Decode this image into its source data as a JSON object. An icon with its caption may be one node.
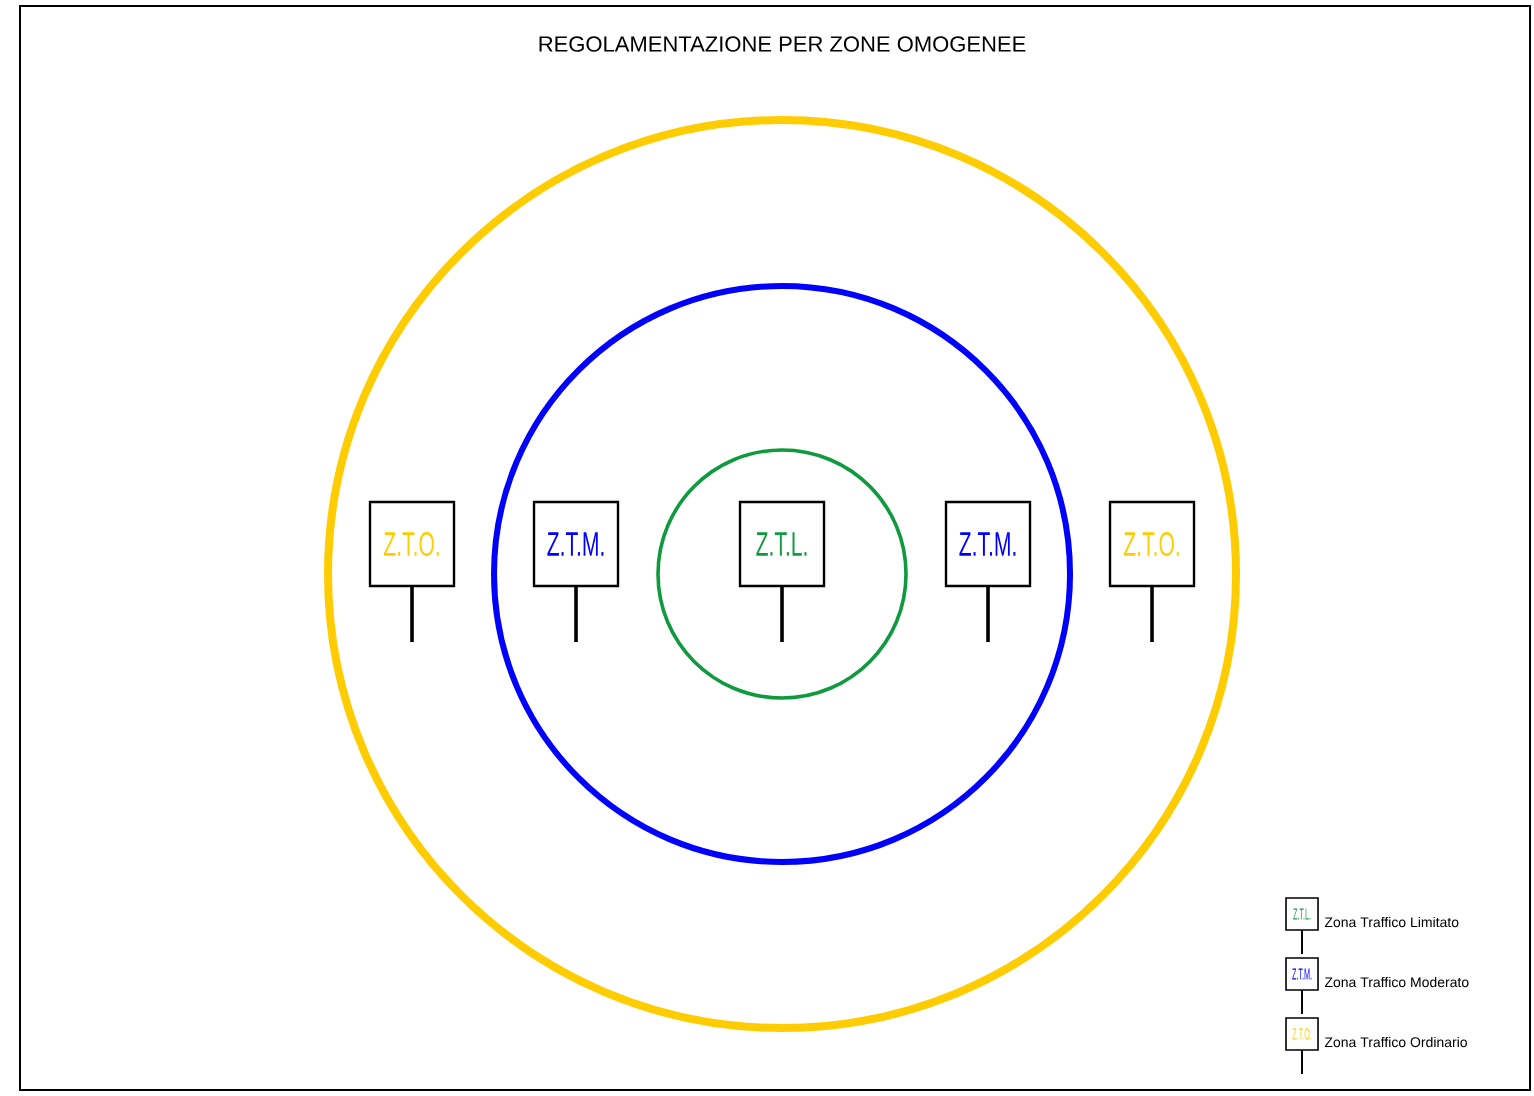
{
  "diagram": {
    "title": "REGOLAMENTAZIONE PER ZONE OMOGENEE",
    "nodes": [
      {
        "text": [],
        "shape": "circle"
      },
      {
        "text": [],
        "shape": "circle",
        "in": 0
      },
      {
        "text": [],
        "shape": "circle",
        "in": 1
      },
      {
        "text": [
          "Z.T.O."
        ],
        "in": 0
      },
      {
        "text": [
          "Z.T.M."
        ],
        "in": 1
      },
      {
        "text": [
          "Z.T.L."
        ],
        "in": 2
      },
      {
        "text": [
          "Z.T.M."
        ],
        "in": 1
      },
      {
        "text": [
          "Z.T.O."
        ],
        "in": 0
      }
    ],
    "edges": [],
    "labels": [
      "Z.T.L.",
      "Z.T.M.",
      "Z.T.O."
    ],
    "legend": [
      {
        "text": "Zona Traffico Limitato"
      },
      {
        "text": "Zona Traffico Moderato"
      },
      {
        "text": "Zona Traffico Ordinario"
      }
    ]
  }
}
